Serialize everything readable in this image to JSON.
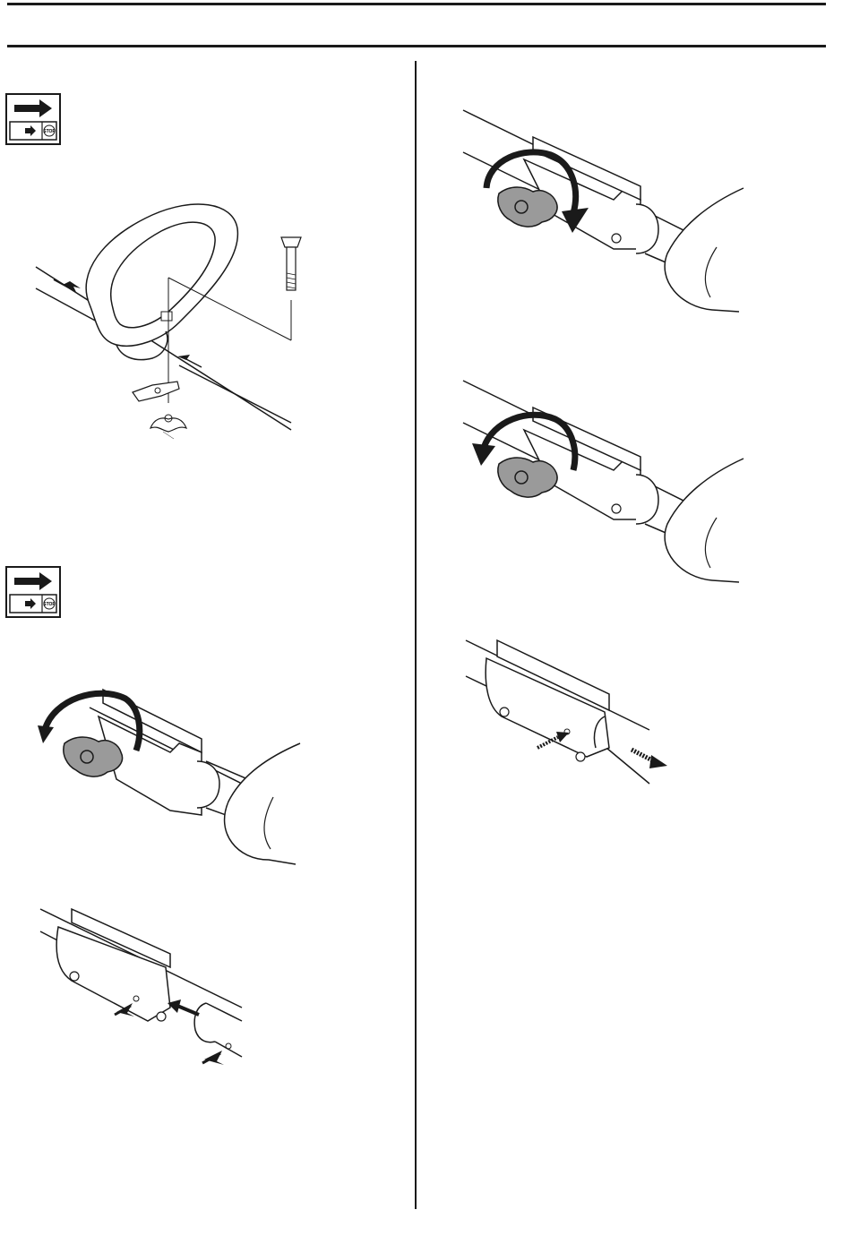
{
  "page": {
    "symbols": [
      {
        "name": "forward-arrow-icon",
        "stop_label": "STOP"
      },
      {
        "name": "forward-arrow-icon",
        "stop_label": "STOP"
      }
    ],
    "figures": [
      "handle-assembly-diagram",
      "knob-loosen-diagram",
      "shaft-insert-diagram",
      "knob-turn-diagram",
      "knob-tighten-diagram",
      "shaft-release-diagram"
    ]
  }
}
